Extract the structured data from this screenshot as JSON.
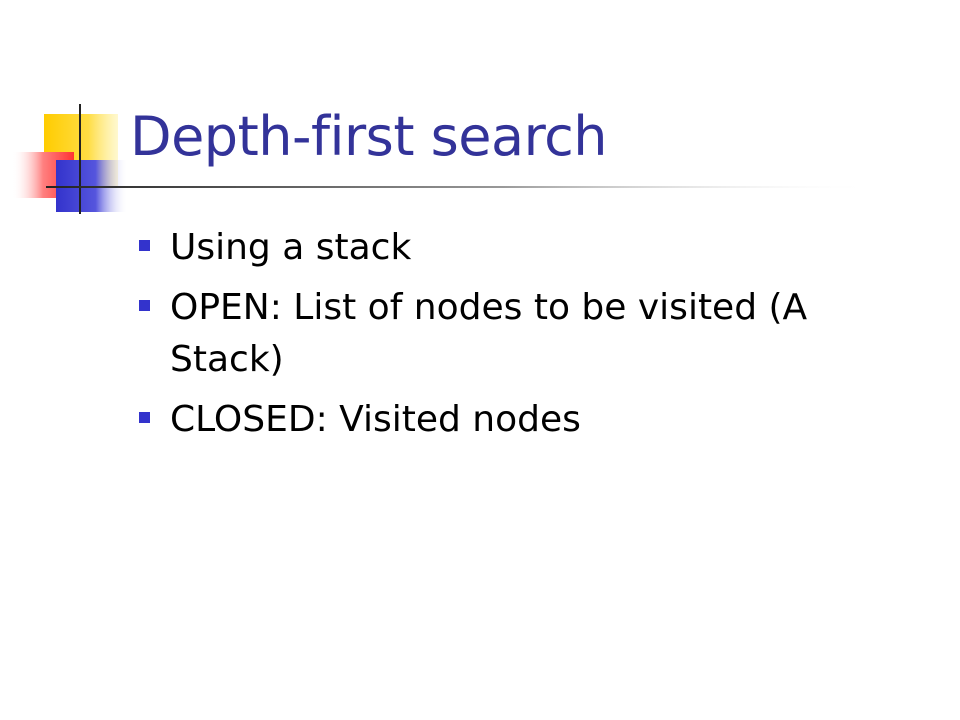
{
  "slide": {
    "title": "Depth-first search",
    "bullets": [
      "Using a stack",
      "OPEN: List of nodes to be visited (A Stack)",
      "CLOSED: Visited nodes"
    ]
  },
  "theme": {
    "title_color": "#333399",
    "bullet_color": "#3333cc",
    "accent_yellow": "#ffcc00",
    "accent_red": "#ff3333",
    "accent_blue": "#3333cc"
  }
}
